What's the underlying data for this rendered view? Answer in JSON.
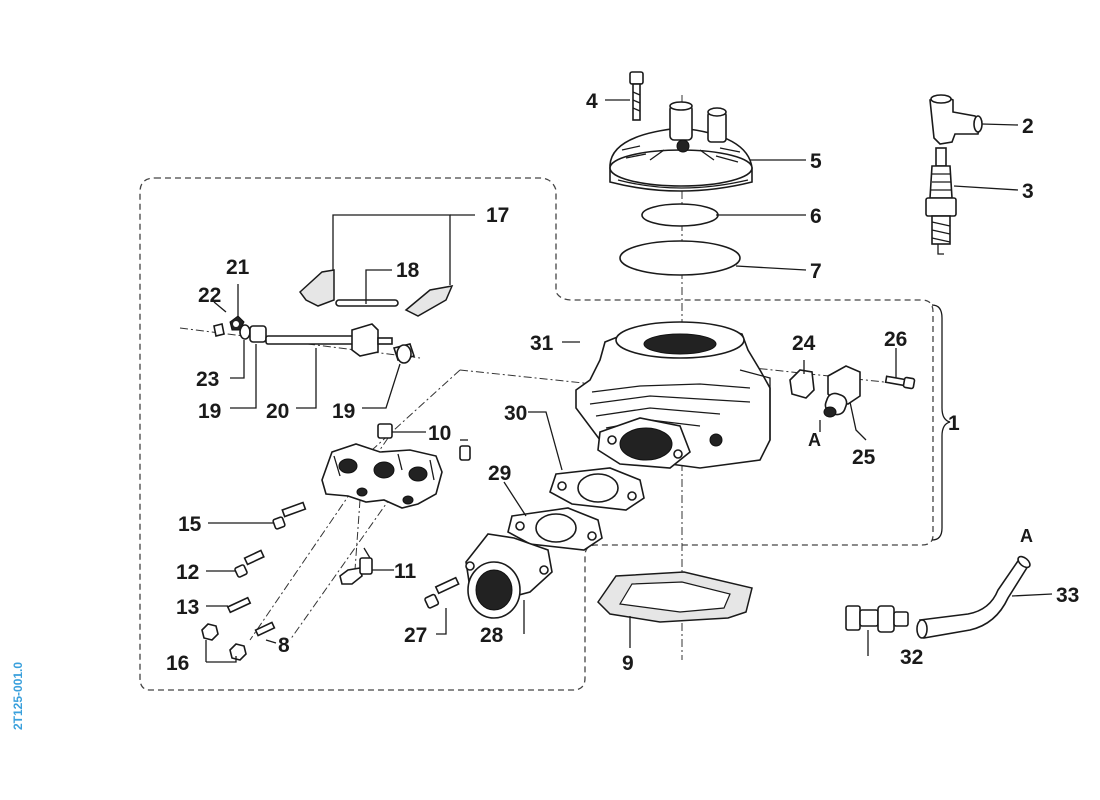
{
  "drawing_code": "2T125-001.0",
  "colors": {
    "ink": "#1a1a1a",
    "code": "#3aa0dc",
    "background": "#ffffff"
  },
  "callouts": {
    "n1": "1",
    "n2": "2",
    "n3": "3",
    "n4": "4",
    "n5": "5",
    "n6": "6",
    "n7": "7",
    "n8": "8",
    "n9": "9",
    "n10": "10",
    "n11": "11",
    "n12": "12",
    "n13": "13",
    "n14_none": "",
    "n15": "15",
    "n16": "16",
    "n17": "17",
    "n18": "18",
    "n19": "19",
    "n20": "20",
    "n21": "21",
    "n22": "22",
    "n23": "23",
    "n24": "24",
    "n25": "25",
    "n26": "26",
    "n27": "27",
    "n28": "28",
    "n29": "29",
    "n30": "30",
    "n31": "31",
    "n32": "32",
    "n33": "33"
  },
  "refs": {
    "a": "A"
  }
}
